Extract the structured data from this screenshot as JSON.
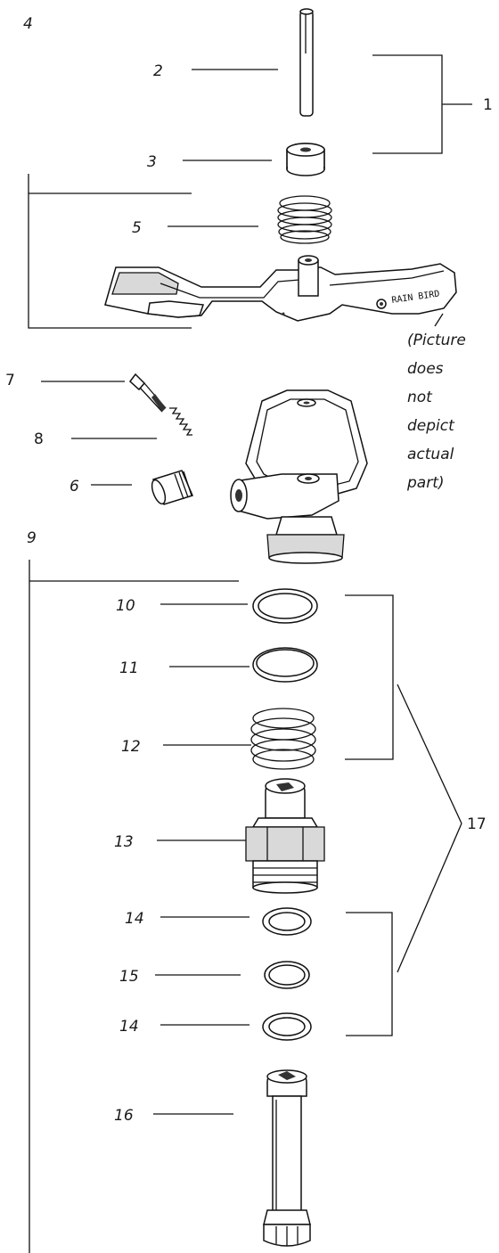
{
  "labels": {
    "l1": "1",
    "l2": "2",
    "l3": "3",
    "l4": "4",
    "l5": "5",
    "l6": "6",
    "l7": "7",
    "l8": "8",
    "l9": "9",
    "l10": "10",
    "l11": "11",
    "l12": "12",
    "l13": "13",
    "l14a": "14",
    "l15": "15",
    "l14b": "14",
    "l16": "16",
    "l17": "17"
  },
  "note_lines": [
    "(Picture",
    "does",
    "not",
    "depict",
    "actual",
    "part)"
  ],
  "arm_text": "RAIN BIRD"
}
